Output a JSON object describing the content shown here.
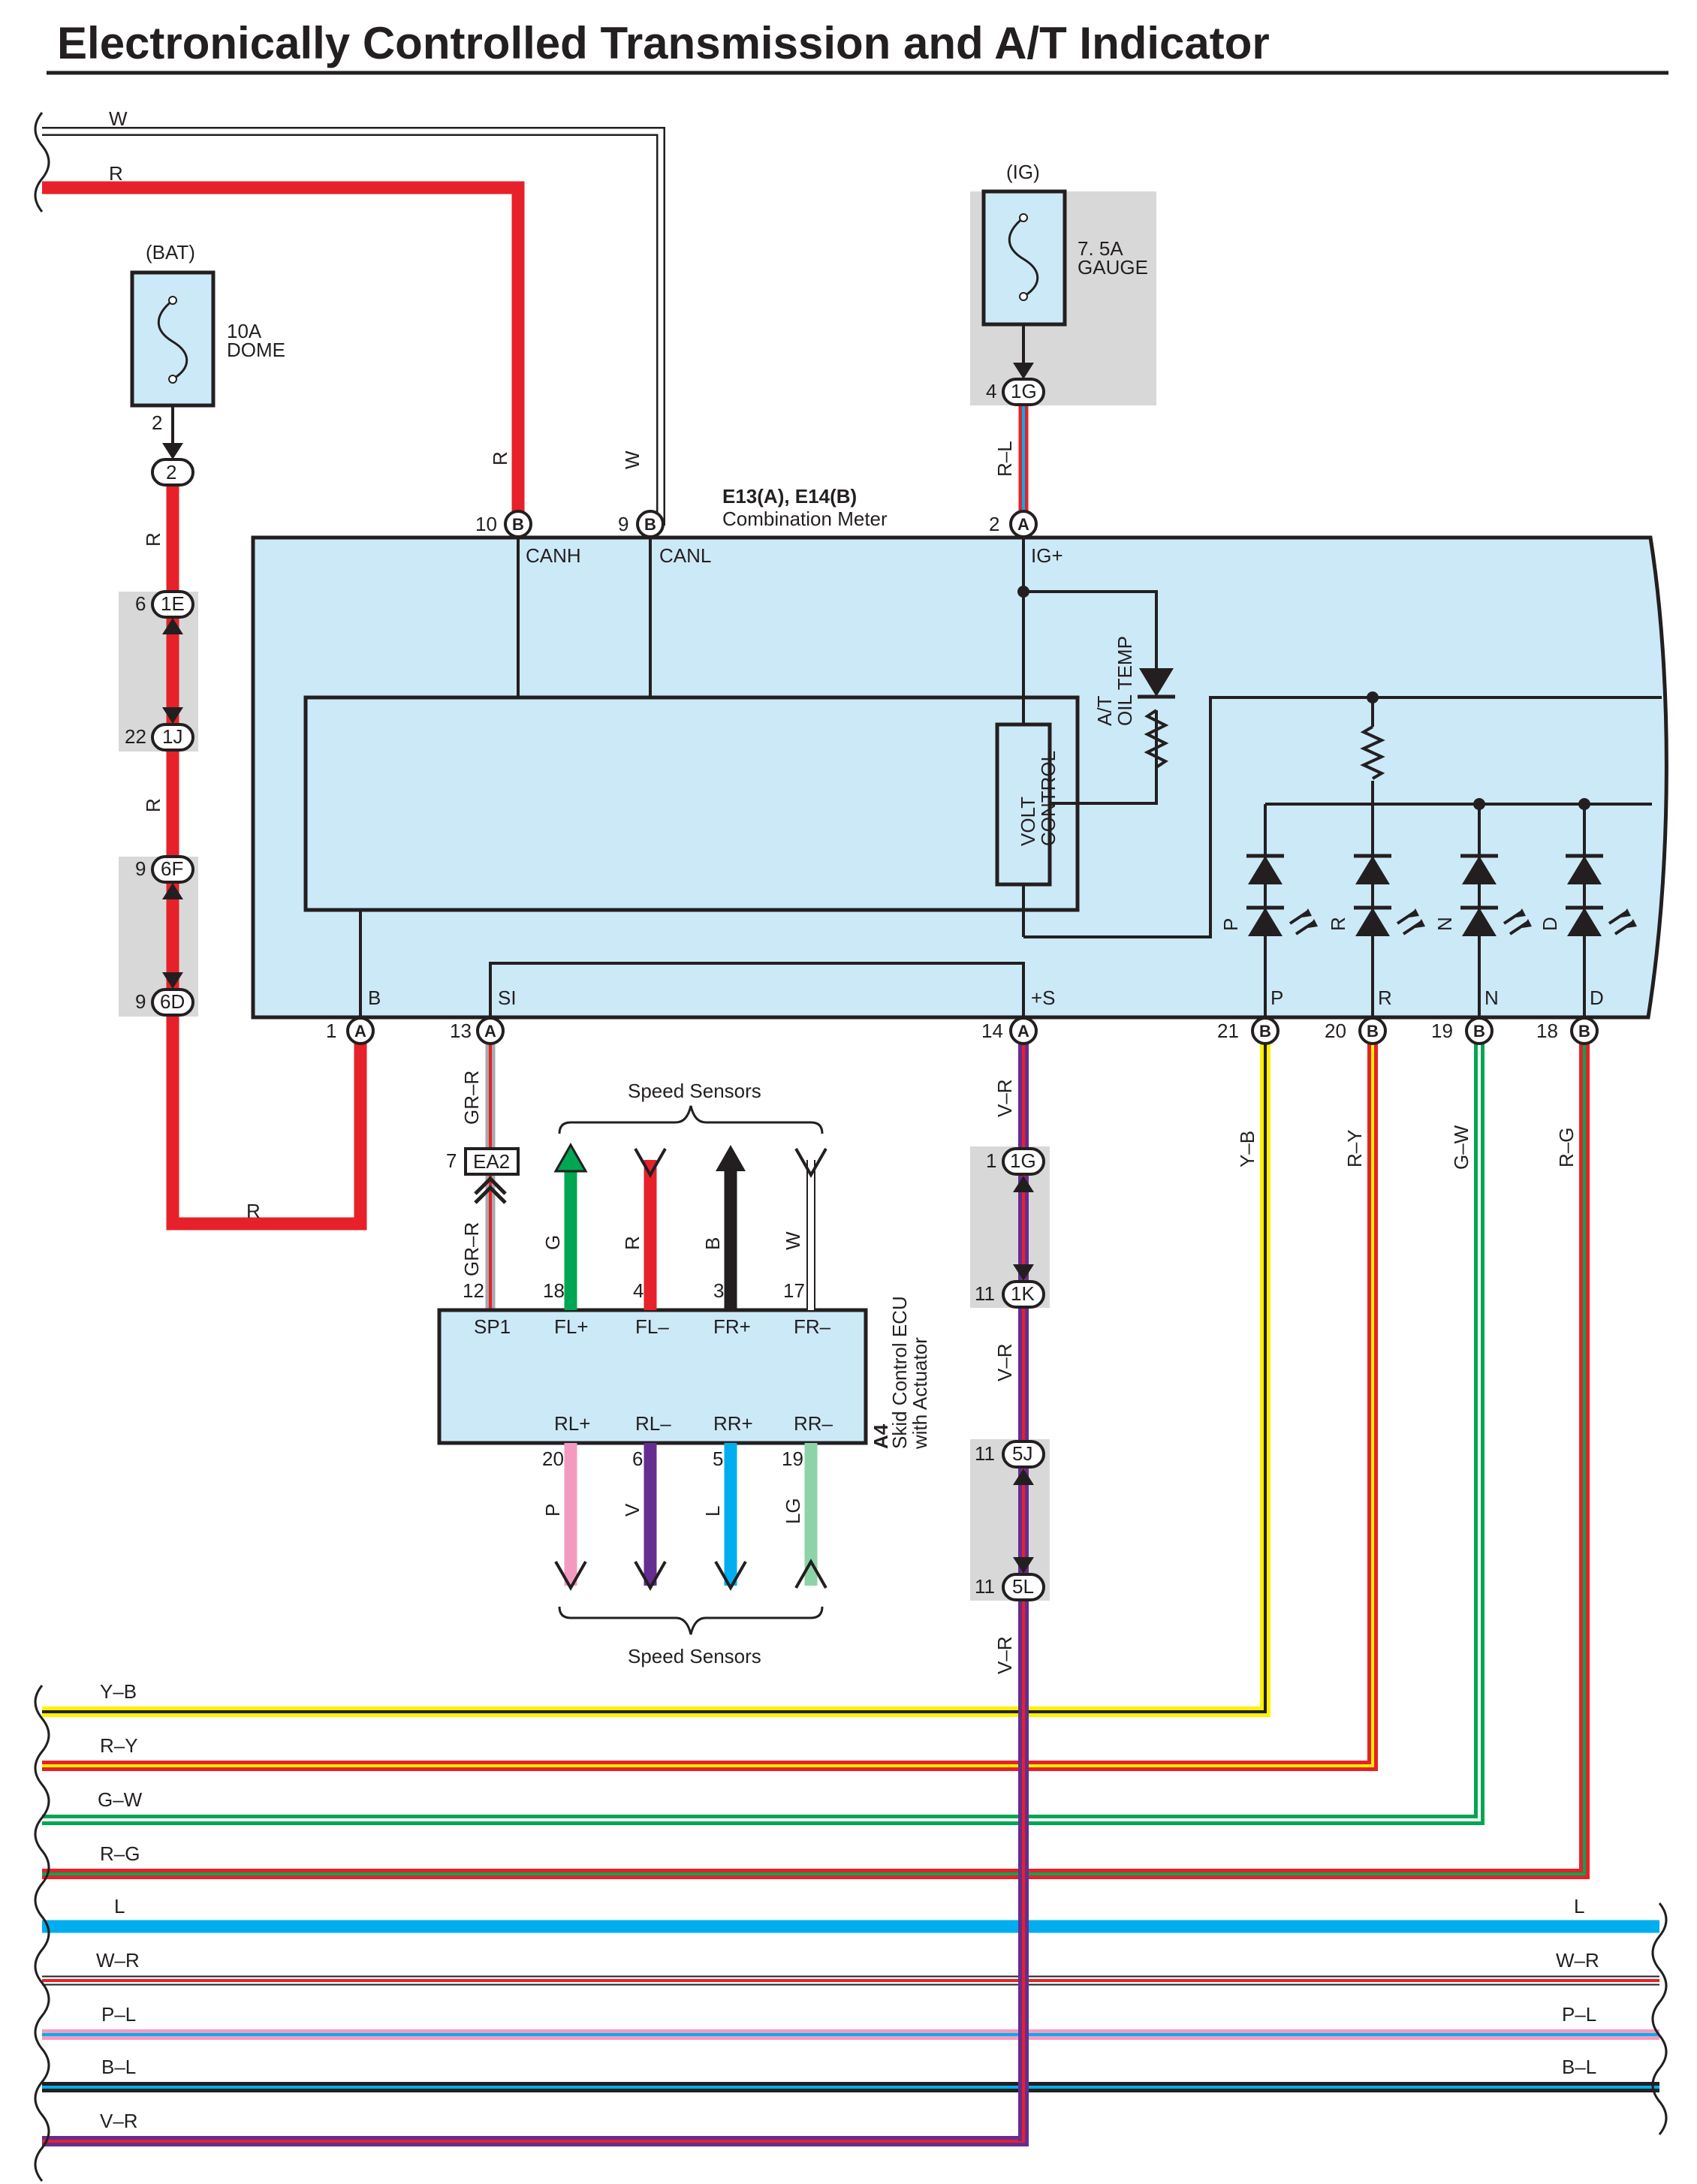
{
  "title": "Electronically Controlled Transmission and A/T Indicator",
  "meter": {
    "connector_label": "E13(A), E14(B)",
    "name": "Combination Meter",
    "terminals": {
      "canh": "CANH",
      "canl": "CANL",
      "ig": "IG+",
      "b": "B",
      "si": "SI",
      "s": "+S",
      "p": "P",
      "r": "R",
      "n": "N",
      "d": "D"
    },
    "volt_control": [
      "VOLT",
      "CONTROL"
    ],
    "oil_temp": [
      "A/T",
      "OIL TEMP"
    ],
    "leds": [
      "P",
      "R",
      "N",
      "D"
    ]
  },
  "fuses": {
    "bat": {
      "source": "(BAT)",
      "rating": "10A",
      "name": "DOME"
    },
    "ig": {
      "source": "(IG)",
      "rating": "7. 5A",
      "name": "GAUGE"
    }
  },
  "pins": {
    "dome_out": "2",
    "dome_conn": "2",
    "c1e": {
      "pin": "6",
      "id": "1E"
    },
    "c1j": {
      "pin": "22",
      "id": "1J"
    },
    "c6f": {
      "pin": "9",
      "id": "6F"
    },
    "c6d": {
      "pin": "9",
      "id": "6D"
    },
    "c1g_top": {
      "pin": "4",
      "id": "1G"
    },
    "c1g_mid": {
      "pin": "1",
      "id": "1G"
    },
    "c1k": {
      "pin": "11",
      "id": "1K"
    },
    "c5j": {
      "pin": "11",
      "id": "5J"
    },
    "c5l": {
      "pin": "11",
      "id": "5L"
    },
    "ea2": {
      "pin": "7",
      "id": "EA2"
    },
    "meter": {
      "canh": {
        "pin": "10",
        "conn": "B"
      },
      "canl": {
        "pin": "9",
        "conn": "B"
      },
      "ig": {
        "pin": "2",
        "conn": "A"
      },
      "b": {
        "pin": "1",
        "conn": "A"
      },
      "si": {
        "pin": "13",
        "conn": "A"
      },
      "s": {
        "pin": "14",
        "conn": "A"
      },
      "p": {
        "pin": "21",
        "conn": "B"
      },
      "r": {
        "pin": "20",
        "conn": "B"
      },
      "n": {
        "pin": "19",
        "conn": "B"
      },
      "d": {
        "pin": "18",
        "conn": "B"
      }
    }
  },
  "wires": {
    "w": "W",
    "r": "R",
    "rl": "R–L",
    "grr": "GR–R",
    "vr": "V–R",
    "yb": "Y–B",
    "ry": "R–Y",
    "gw": "G–W",
    "rg": "R–G"
  },
  "ecu": {
    "code": "A4",
    "name": [
      "Skid Control ECU",
      "with Actuator"
    ],
    "top_terms": [
      {
        "term": "SP1",
        "pin": "12"
      },
      {
        "term": "FL+",
        "pin": "18"
      },
      {
        "term": "FL–",
        "pin": "4"
      },
      {
        "term": "FR+",
        "pin": "3"
      },
      {
        "term": "FR–",
        "pin": "17"
      }
    ],
    "bottom_terms": [
      {
        "term": "RL+",
        "pin": "20"
      },
      {
        "term": "RL–",
        "pin": "6"
      },
      {
        "term": "RR+",
        "pin": "5"
      },
      {
        "term": "RR–",
        "pin": "19"
      }
    ],
    "front_wires": [
      "G",
      "R",
      "B",
      "W"
    ],
    "rear_wires": [
      "P",
      "V",
      "L",
      "LG"
    ],
    "sensor_label_top": "Speed Sensors",
    "sensor_label_bottom": "Speed Sensors"
  },
  "bus_lines": [
    {
      "label_left": "Y–B",
      "label_right": ""
    },
    {
      "label_left": "R–Y",
      "label_right": ""
    },
    {
      "label_left": "G–W",
      "label_right": ""
    },
    {
      "label_left": "R–G",
      "label_right": ""
    },
    {
      "label_left": "L",
      "label_right": "L"
    },
    {
      "label_left": "W–R",
      "label_right": "W–R"
    },
    {
      "label_left": "P–L",
      "label_right": "P–L"
    },
    {
      "label_left": "B–L",
      "label_right": "B–L"
    },
    {
      "label_left": "V–R",
      "label_right": ""
    }
  ],
  "colors": {
    "red": "#e62129",
    "white": "#ffffff",
    "black": "#231f20",
    "yellow": "#fff200",
    "green": "#00a651",
    "blue": "#00aeef",
    "violet": "#662d91",
    "pink": "#f49ac1",
    "lightgreen": "#8dd3a7",
    "gray": "#a7a9ac",
    "meter_fill": "#cce9f8",
    "shade": "#d8d8d8"
  }
}
